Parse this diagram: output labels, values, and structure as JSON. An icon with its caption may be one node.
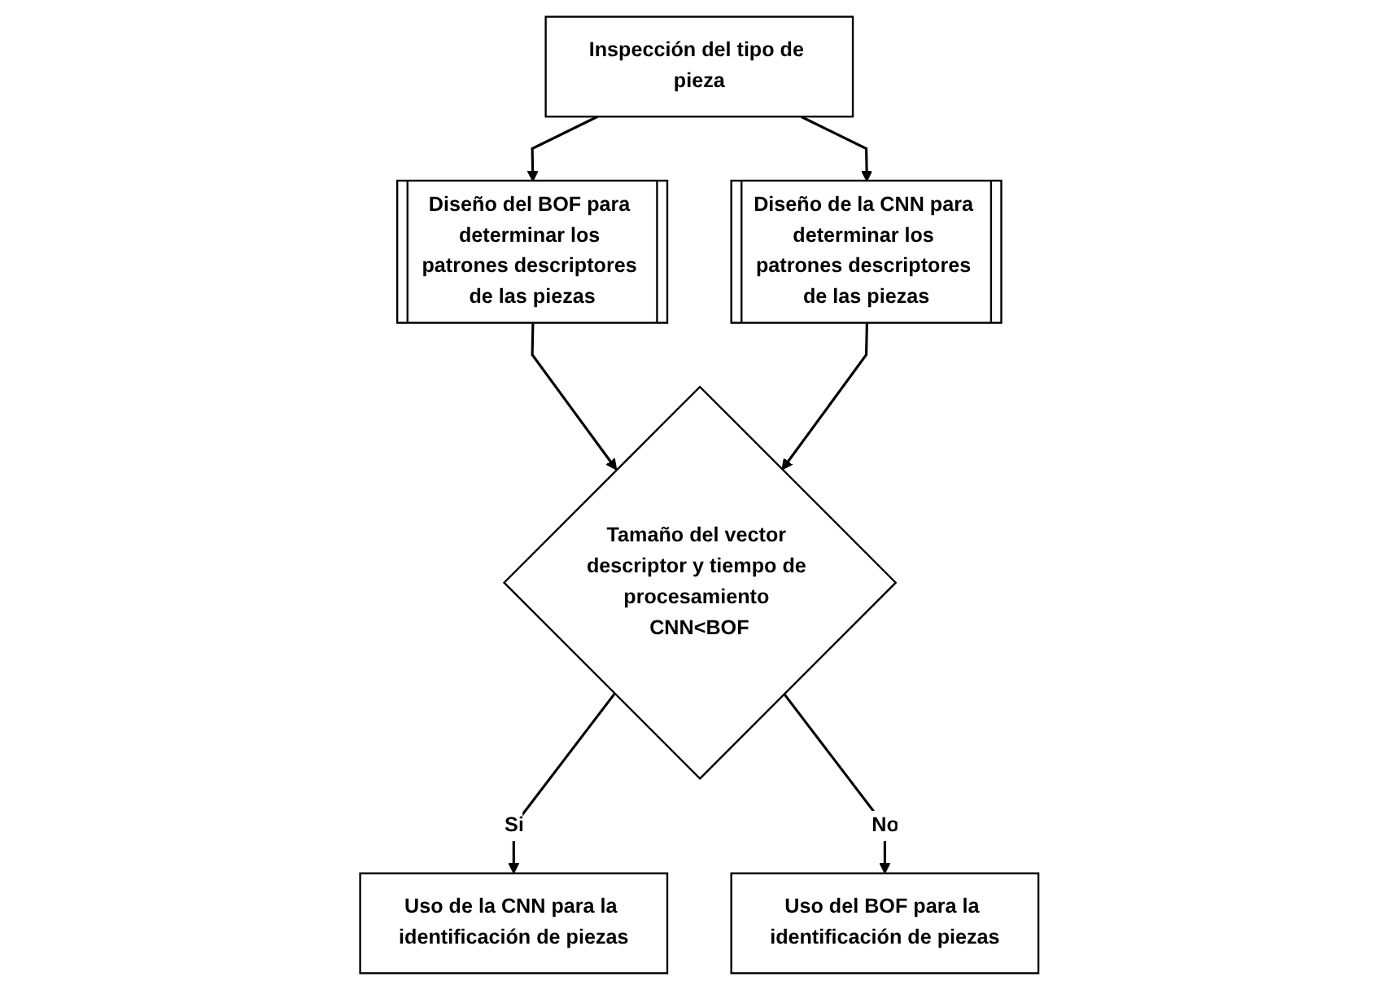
{
  "diagram": {
    "nodes": [
      {
        "text": [
          "Inspección del tipo de pieza"
        ]
      },
      {
        "text": [
          "Diseño del BOF para determinar los patrones descriptores de las piezas"
        ]
      },
      {
        "text": [
          "Diseño de la CNN para determinar los patrones descriptores de las piezas"
        ]
      },
      {
        "text": [
          "Tamaño del vector descriptor y tiempo de procesamiento CNN<BOF"
        ]
      },
      {
        "text": [
          "Uso de la CNN para la identificación de piezas"
        ]
      },
      {
        "text": [
          "Uso del BOF para la identificación de piezas"
        ]
      }
    ],
    "edges": [
      {
        "from": 0,
        "to": 1,
        "arrow": "to"
      },
      {
        "from": 0,
        "to": 2,
        "arrow": "to"
      },
      {
        "from": 1,
        "to": 3,
        "arrow": "to"
      },
      {
        "from": 2,
        "to": 3,
        "arrow": "to"
      },
      {
        "from": 3,
        "to": 4,
        "label": "Si",
        "arrow": "to"
      },
      {
        "from": 3,
        "to": 5,
        "label": "No",
        "arrow": "to"
      }
    ]
  }
}
